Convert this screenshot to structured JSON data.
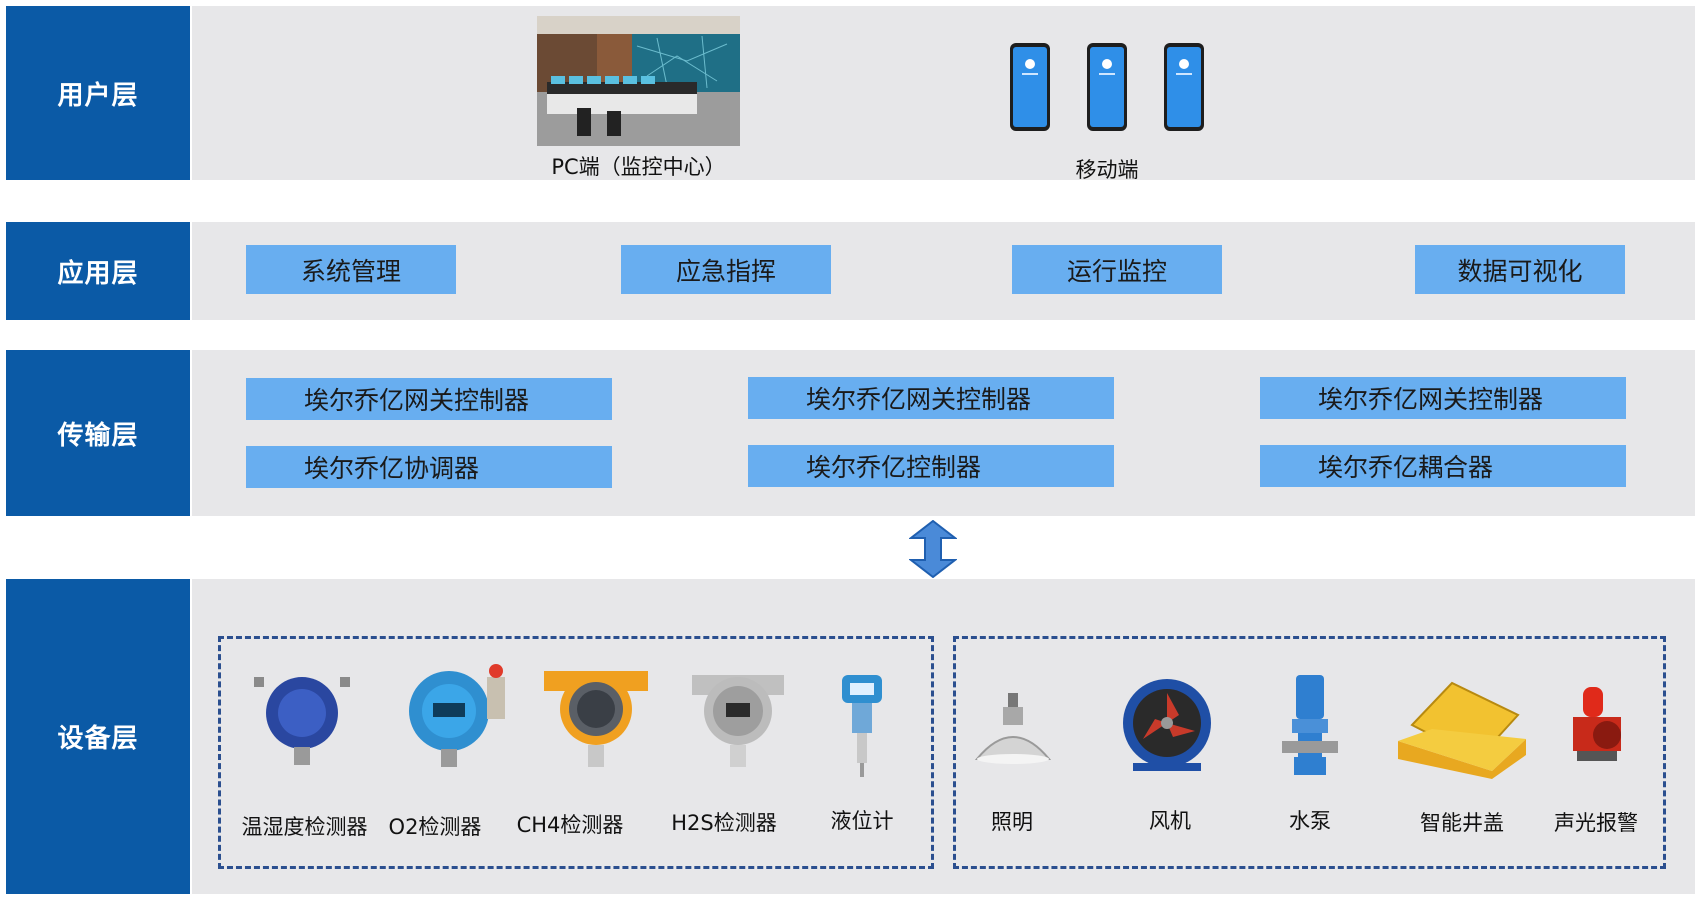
{
  "colors": {
    "layer_label_bg": "#0b5aa6",
    "layer_body_bg": "#e7e7e9",
    "module_box": "#68aef0",
    "arrow": "#4a8ad8",
    "dashed_border": "#2b4f8f"
  },
  "layers": {
    "user": {
      "label": "用户层",
      "pc_caption": "PC端（监控中心）",
      "mobile_caption": "移动端"
    },
    "application": {
      "label": "应用层",
      "modules": [
        "系统管理",
        "应急指挥",
        "运行监控",
        "数据可视化"
      ]
    },
    "transport": {
      "label": "传输层",
      "modules": [
        "埃尔乔亿网关控制器",
        "埃尔乔亿网关控制器",
        "埃尔乔亿网关控制器",
        "埃尔乔亿协调器",
        "埃尔乔亿控制器",
        "埃尔乔亿耦合器"
      ]
    },
    "device": {
      "label": "设备层",
      "sensors": [
        "温湿度检测器",
        "O2检测器",
        "CH4检测器",
        "H2S检测器",
        "液位计"
      ],
      "equipment": [
        "照明",
        "风机",
        "水泵",
        "智能井盖",
        "声光报警"
      ]
    }
  }
}
